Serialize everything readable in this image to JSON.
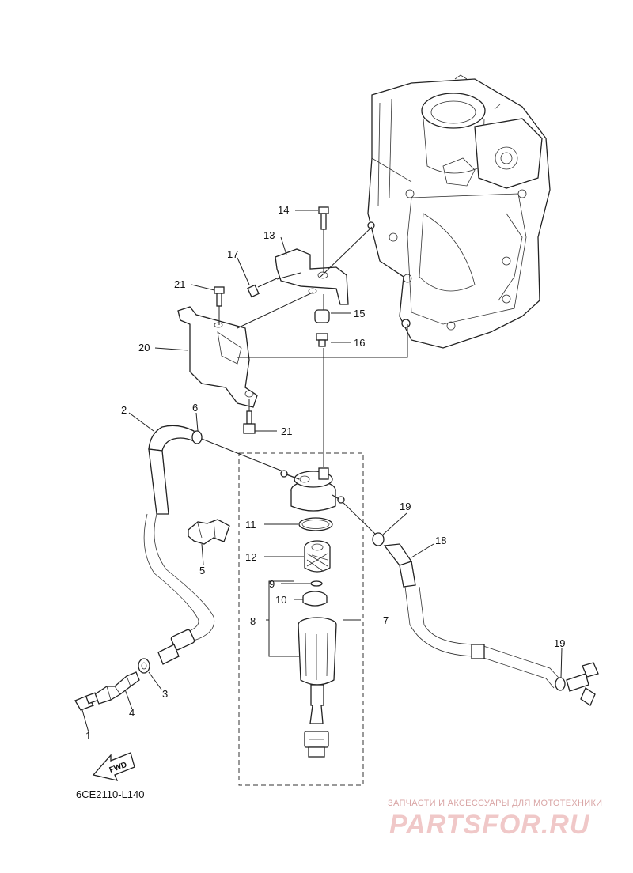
{
  "diagram_code": "6CE2110-L140",
  "fwd_label": "FWD",
  "watermark": {
    "caption": "ЗАПЧАСТИ И АКСЕССУАРЫ ДЛЯ МОТОТЕХНИКИ",
    "brand": "PARTSFOR.RU"
  },
  "callouts": {
    "c1": "1",
    "c2": "2",
    "c3": "3",
    "c4": "4",
    "c5": "5",
    "c6": "6",
    "c7": "7",
    "c8": "8",
    "c9": "9",
    "c10": "10",
    "c11": "11",
    "c12": "12",
    "c13": "13",
    "c14": "14",
    "c15": "15",
    "c16": "16",
    "c17": "17",
    "c18": "18",
    "c19a": "19",
    "c19b": "19",
    "c20": "20",
    "c21a": "21",
    "c21b": "21"
  }
}
